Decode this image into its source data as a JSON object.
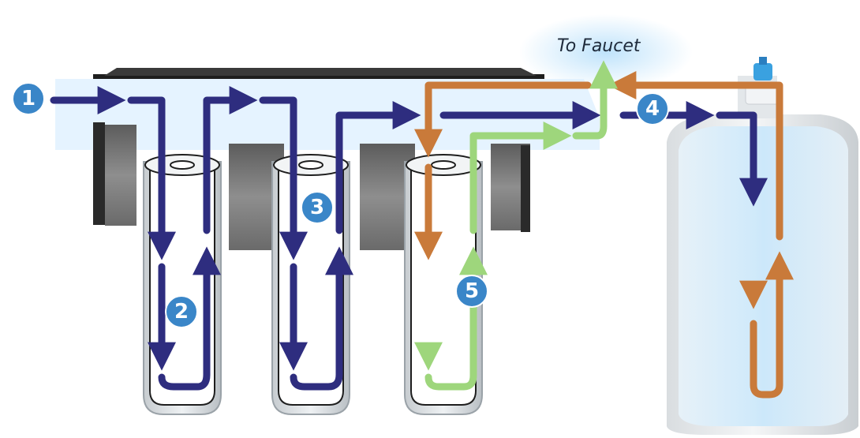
{
  "faucet_label": "To Faucet",
  "steps": [
    "1",
    "2",
    "3",
    "4",
    "5"
  ],
  "colors": {
    "feed_flow": "#2e2d7f",
    "filtered_flow": "#c97a3a",
    "output_flow": "#9ed67c",
    "badge": "#3a86c8",
    "glow": "#bfe3fb"
  }
}
